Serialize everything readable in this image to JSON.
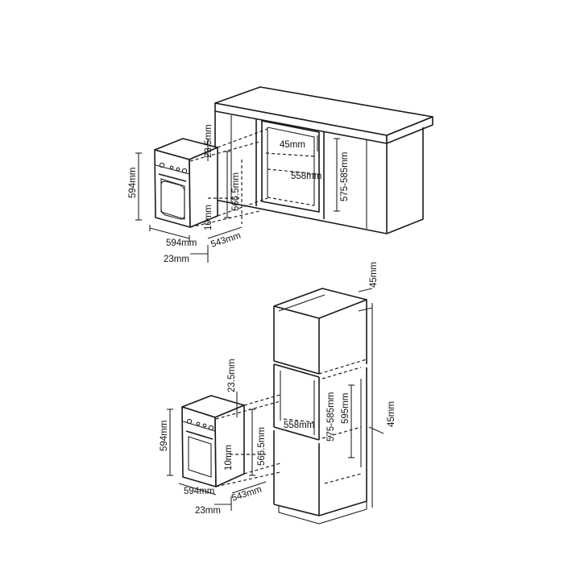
{
  "top": {
    "d_23_5": "23.5mm",
    "d_45": "45mm",
    "d_575_585": "575-585mm",
    "d_594_h": "594mm",
    "d_566_5": "566.5mm",
    "d_558": "558mm",
    "d_10": "10mm",
    "d_594_w": "594mm",
    "d_543": "543mm",
    "d_23": "23mm"
  },
  "bottom": {
    "d_45_top": "45mm",
    "d_23_5": "23.5mm",
    "d_575_585": "575-585mm",
    "d_595": "595mm",
    "d_45_side": "45mm",
    "d_594_h": "594mm",
    "d_566_5": "566.5mm",
    "d_558": "558mm",
    "d_10": "10mm",
    "d_594_w": "594mm",
    "d_543": "543mm",
    "d_23": "23mm"
  }
}
